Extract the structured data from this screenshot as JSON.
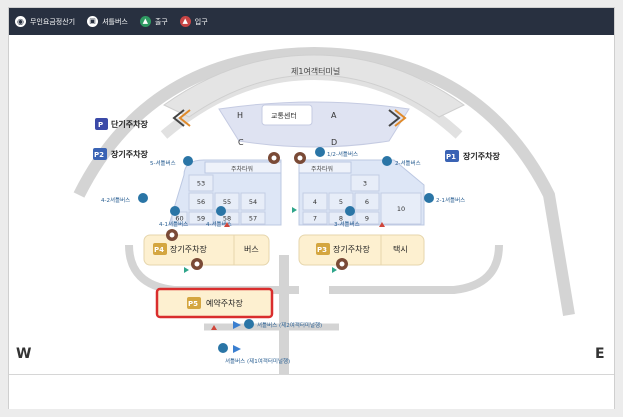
{
  "legend": {
    "kiosk_label": "무인요금정산기",
    "bus_label": "셔틀버스",
    "exit_label": "출구",
    "entry_label": "입구"
  },
  "terminal": {
    "title": "제1여객터미널",
    "transport_center": "교통센터",
    "zones": [
      "H",
      "A",
      "C",
      "D"
    ]
  },
  "lots": {
    "short_term": {
      "badge": "P",
      "label": "단기주차장"
    },
    "p1": {
      "badge": "P1",
      "label": "장기주차장"
    },
    "p2": {
      "badge": "P2",
      "label": "장기주차장"
    },
    "p3": {
      "badge": "P3",
      "label": "장기주차장",
      "extra": "택시"
    },
    "p4": {
      "badge": "P4",
      "label": "장기주차장",
      "extra": "버스"
    },
    "p5": {
      "badge": "P5",
      "label": "예약주차장"
    }
  },
  "tower_labels": {
    "west": "주차타워",
    "east": "주차타워"
  },
  "west_cells": [
    {
      "id": "53",
      "label": "53"
    },
    {
      "id": "56",
      "label": "56"
    },
    {
      "id": "55",
      "label": "55"
    },
    {
      "id": "54",
      "label": "54"
    },
    {
      "id": "60",
      "label": "60"
    },
    {
      "id": "59",
      "label": "59"
    },
    {
      "id": "58",
      "label": "58"
    },
    {
      "id": "57",
      "label": "57"
    }
  ],
  "east_cells": [
    {
      "id": "3",
      "label": "3"
    },
    {
      "id": "4",
      "label": "4"
    },
    {
      "id": "5",
      "label": "5"
    },
    {
      "id": "6",
      "label": "6"
    },
    {
      "id": "7",
      "label": "7"
    },
    {
      "id": "8",
      "label": "8"
    },
    {
      "id": "9",
      "label": "9"
    },
    {
      "id": "10",
      "label": "10"
    }
  ],
  "shuttle_stops": {
    "s5": "5-셔틀버스",
    "s1_2": "1/2-셔틀버스",
    "s2": "2-셔틀버스",
    "s4_2": "4-2셔틀버스",
    "s2_1": "2-1셔틀버스",
    "s4_1": "4-1셔틀버스",
    "s4": "4-셔틀버스",
    "s3": "3-셔틀버스",
    "t2_line": "셔틀버스 (제2여객터미널행)",
    "t1_line": "셔틀버스 (제1여객터미널행)"
  },
  "compass": {
    "west": "W",
    "east": "E"
  },
  "colors": {
    "legend_bg": "#283040",
    "lot_fill": "#fdf0d0",
    "tower_fill": "#dde6f6",
    "road": "#c9c9c9",
    "highlight": "#d92d2d",
    "brown_marker": "#7a4a36",
    "bus_blue": "#2a75a6"
  }
}
